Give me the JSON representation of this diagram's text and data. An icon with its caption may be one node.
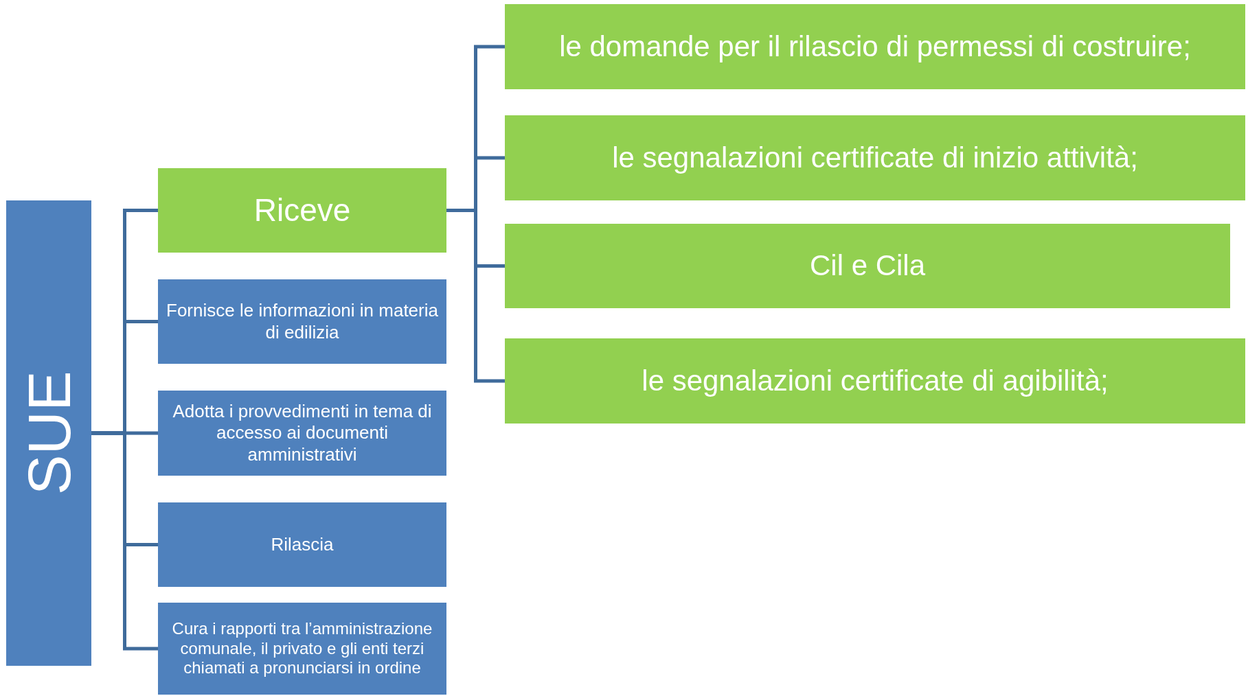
{
  "diagram": {
    "nodes": [
      {
        "text": [
          "SUE"
        ]
      },
      {
        "text": [
          "Riceve"
        ]
      },
      {
        "text": [
          "Fornisce le informazioni in materia di edilizia"
        ]
      },
      {
        "text": [
          "Adotta i provvedimenti in tema di accesso ai documenti amministrativi"
        ]
      },
      {
        "text": [
          "Rilascia"
        ]
      },
      {
        "text": [
          "Cura i rapporti tra l’amministrazione comunale, il privato e gli enti terzi chiamati a pronunciarsi in ordine"
        ]
      },
      {
        "text": [
          "le domande per il rilascio di permessi di costruire;"
        ]
      },
      {
        "text": [
          "le segnalazioni certificate di inizio attività;"
        ]
      },
      {
        "text": [
          "Cil e Cila"
        ]
      },
      {
        "text": [
          "le segnalazioni certificate di agibilità;"
        ]
      }
    ],
    "edges": [
      {
        "from": 0,
        "to": 1,
        "arrow": "none"
      },
      {
        "from": 0,
        "to": 2,
        "arrow": "none"
      },
      {
        "from": 0,
        "to": 3,
        "arrow": "none"
      },
      {
        "from": 0,
        "to": 4,
        "arrow": "none"
      },
      {
        "from": 0,
        "to": 5,
        "arrow": "none"
      },
      {
        "from": 1,
        "to": 6,
        "arrow": "none"
      },
      {
        "from": 1,
        "to": 7,
        "arrow": "none"
      },
      {
        "from": 1,
        "to": 8,
        "arrow": "none"
      },
      {
        "from": 1,
        "to": 9,
        "arrow": "none"
      }
    ]
  }
}
